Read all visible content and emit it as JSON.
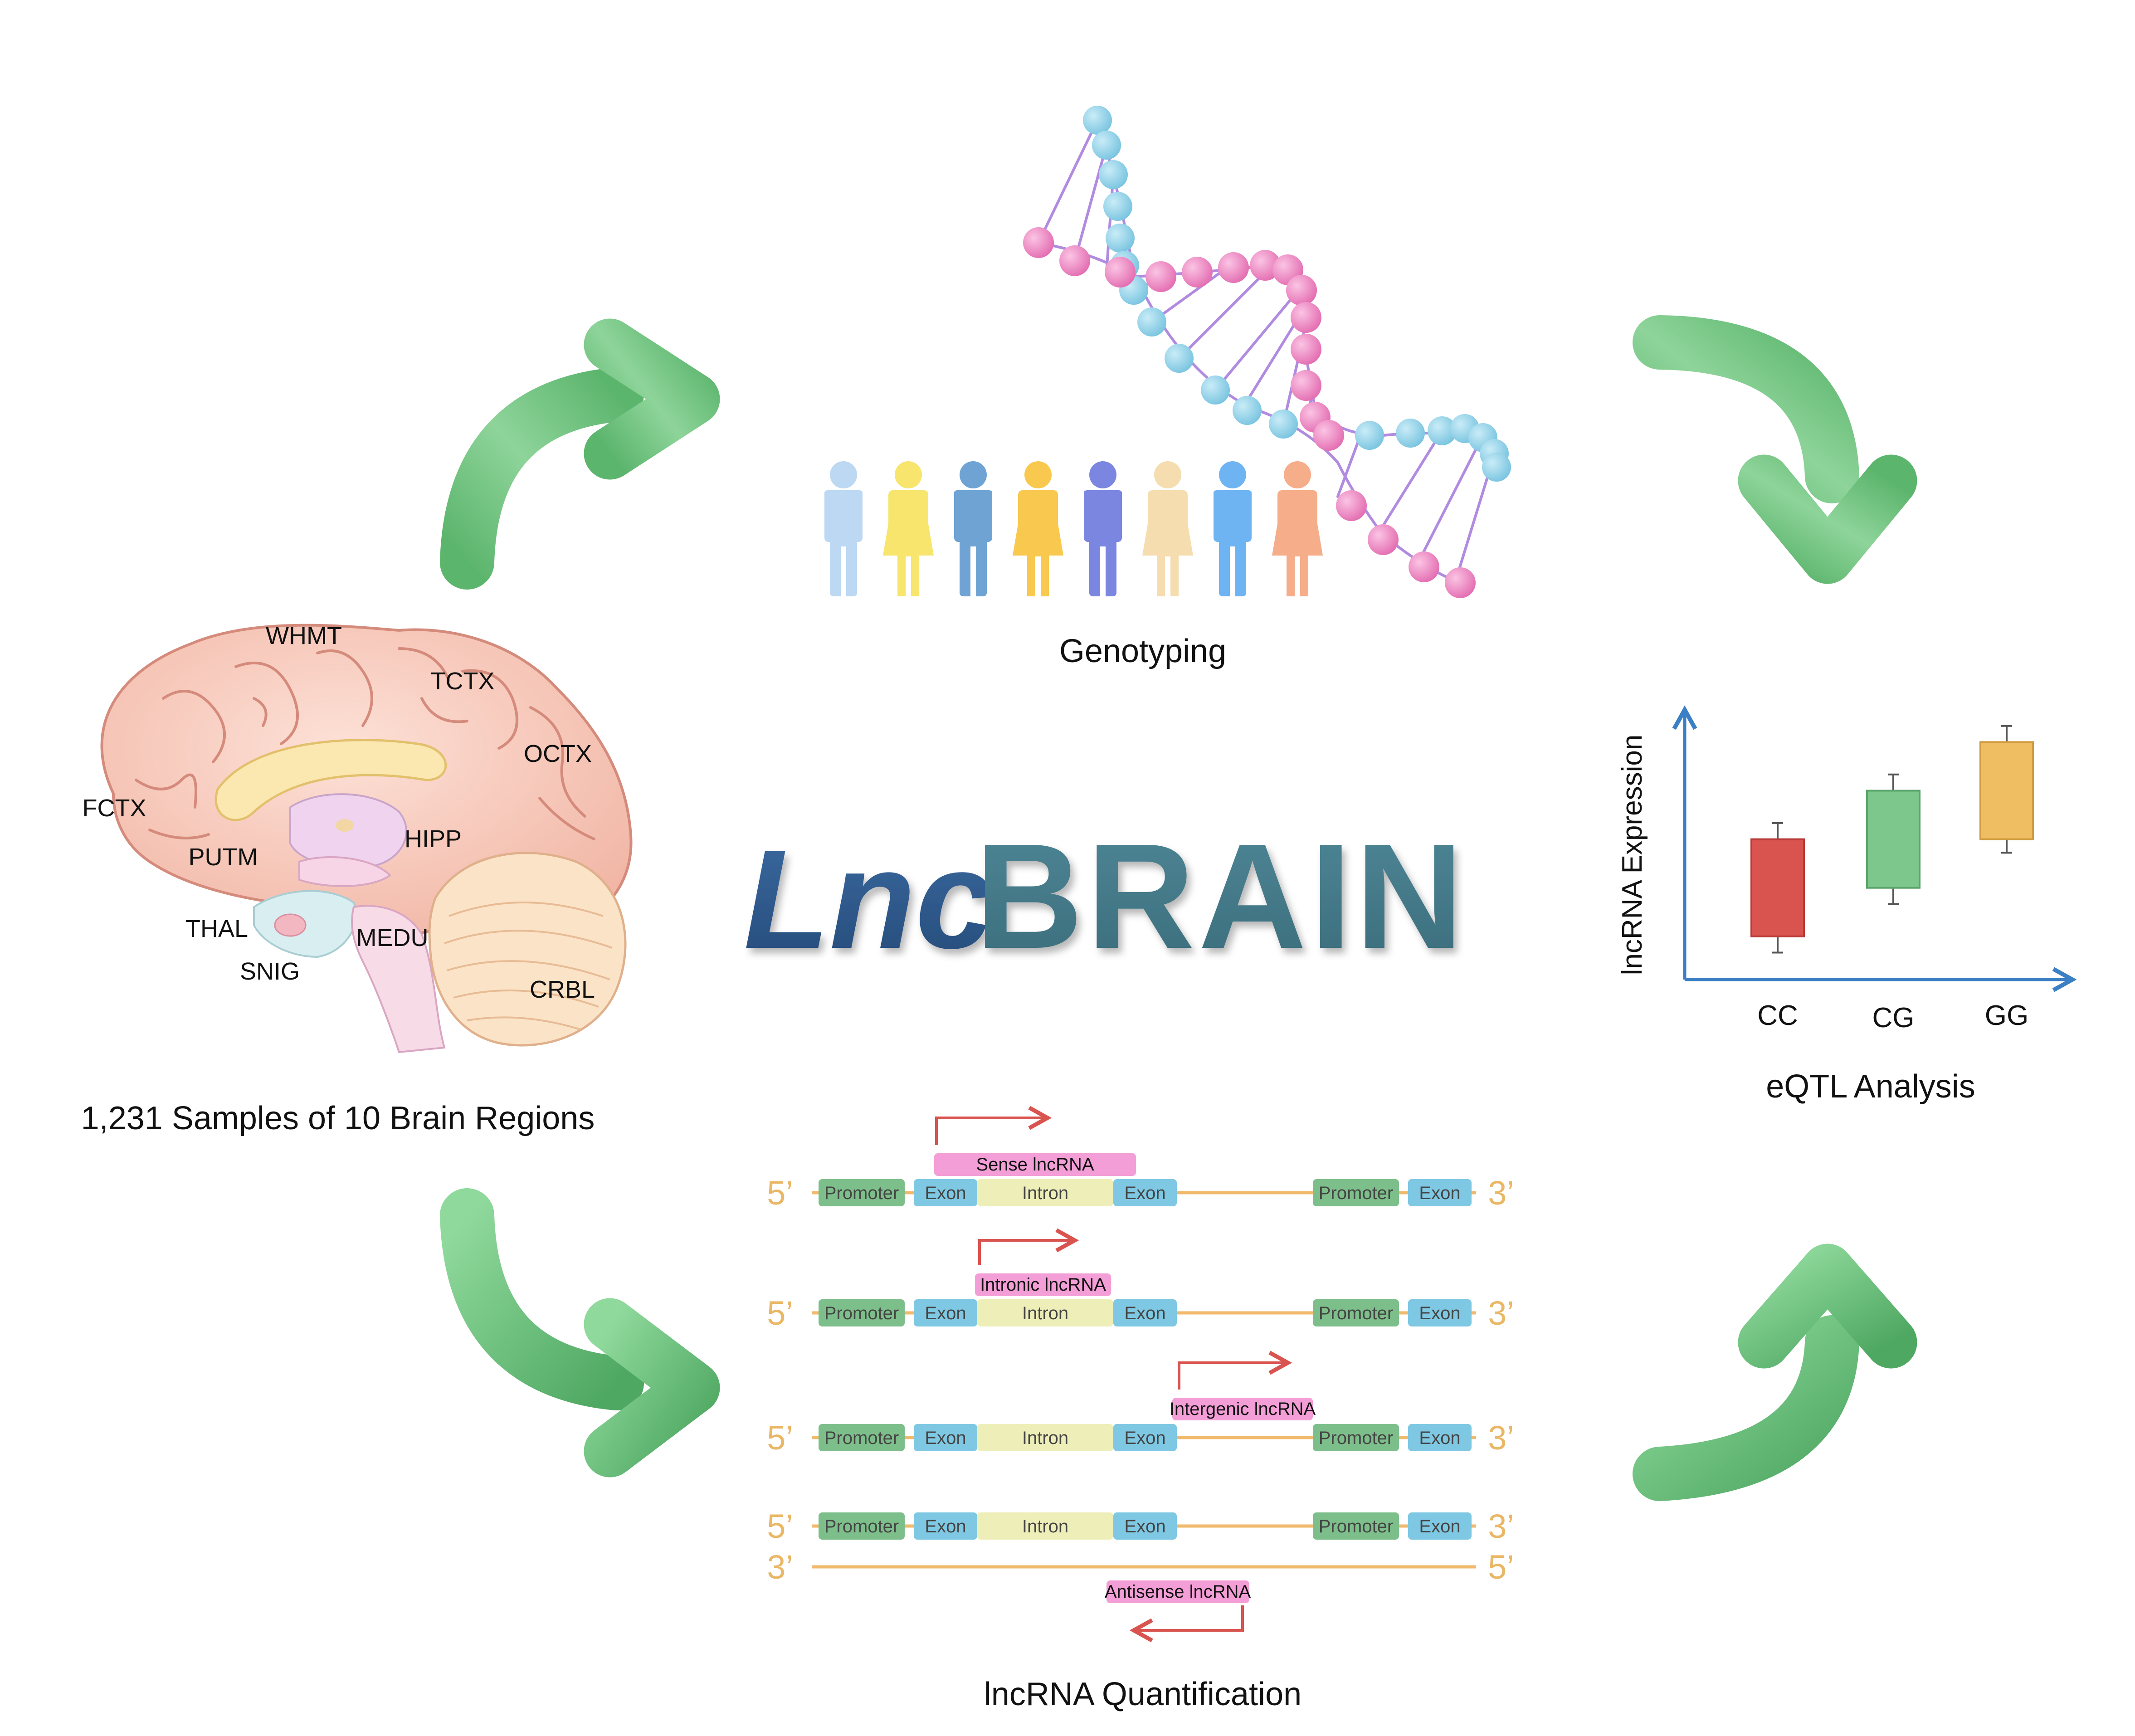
{
  "colors": {
    "arrow_green": "#6cc17b",
    "dna_pink": "#ee86c0",
    "dna_blue": "#8fd0e8",
    "logo_dark_blue": "#2f5a8e",
    "logo_teal": "#437a8a",
    "promoter": "#7dbf8a",
    "exon": "#7ec8e3",
    "intron": "#eeeeb9",
    "transcript": "#f49ed7",
    "start_arrow": "#d9534f",
    "strand": "#f0b96b",
    "box_cc": "#d9534f",
    "box_cg": "#7dc68c",
    "box_gg": "#f0be62"
  },
  "logo": {
    "script_part": "Lnc",
    "bold_part": "BRAIN"
  },
  "brain": {
    "caption": "1,231 Samples of 10 Brain Regions",
    "regions": [
      "WHMT",
      "TCTX",
      "OCTX",
      "FCTX",
      "PUTM",
      "HIPP",
      "THAL",
      "MEDU",
      "SNIG",
      "CRBL"
    ]
  },
  "genotyping": {
    "caption": "Genotyping"
  },
  "eqtl": {
    "caption": "eQTL Analysis",
    "y_label": "lncRNA Expression",
    "genotypes": [
      "CC",
      "CG",
      "GG"
    ]
  },
  "chart_data": {
    "type": "box",
    "categories": [
      "CC",
      "CG",
      "GG"
    ],
    "ylabel": "lncRNA Expression",
    "xlabel": "",
    "boxes": [
      {
        "category": "CC",
        "whisker_low": 0.1,
        "q1": 0.16,
        "q3": 0.52,
        "whisker_high": 0.58
      },
      {
        "category": "CG",
        "whisker_low": 0.28,
        "q1": 0.34,
        "q3": 0.7,
        "whisker_high": 0.76
      },
      {
        "category": "GG",
        "whisker_low": 0.47,
        "q1": 0.52,
        "q3": 0.88,
        "whisker_high": 0.94
      }
    ]
  },
  "quant": {
    "caption": "lncRNA Quantification",
    "five_prime": "5’",
    "three_prime": "3’",
    "segments": {
      "promoter": "Promoter",
      "exon": "Exon",
      "intron": "Intron"
    },
    "transcripts": [
      "Sense lncRNA",
      "Intronic lncRNA",
      "Intergenic lncRNA",
      "Antisense lncRNA"
    ]
  }
}
